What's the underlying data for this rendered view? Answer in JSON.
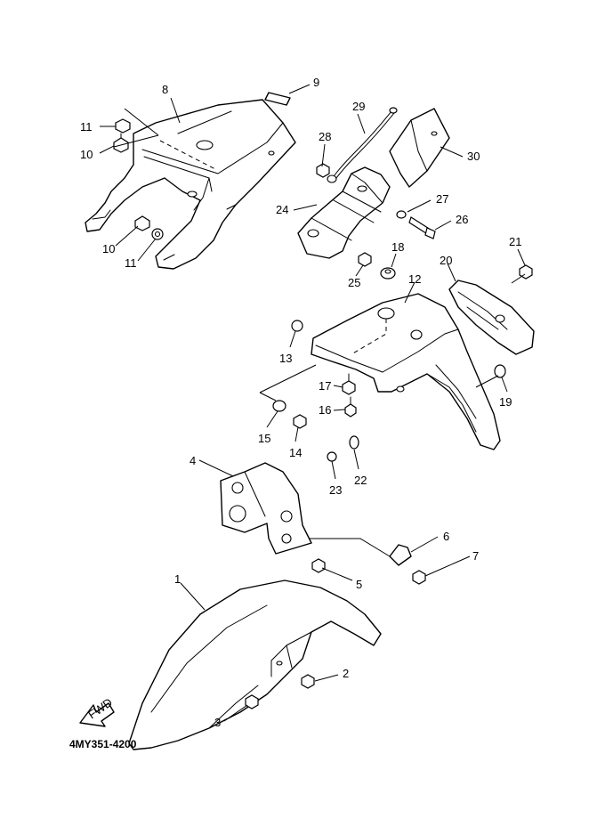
{
  "diagram_code": "4MY351-4200",
  "fwd_label": "FWD",
  "callouts": {
    "c1": "1",
    "c2": "2",
    "c3": "3",
    "c4": "4",
    "c5": "5",
    "c6": "6",
    "c7": "7",
    "c8": "8",
    "c9": "9",
    "c10a": "10",
    "c10b": "10",
    "c11a": "11",
    "c11b": "11",
    "c12": "12",
    "c13": "13",
    "c14": "14",
    "c15": "15",
    "c16": "16",
    "c17": "17",
    "c18": "18",
    "c19": "19",
    "c20": "20",
    "c21": "21",
    "c22": "22",
    "c23": "23",
    "c24": "24",
    "c25": "25",
    "c26": "26",
    "c27": "27",
    "c28": "28",
    "c29": "29",
    "c30": "30"
  }
}
